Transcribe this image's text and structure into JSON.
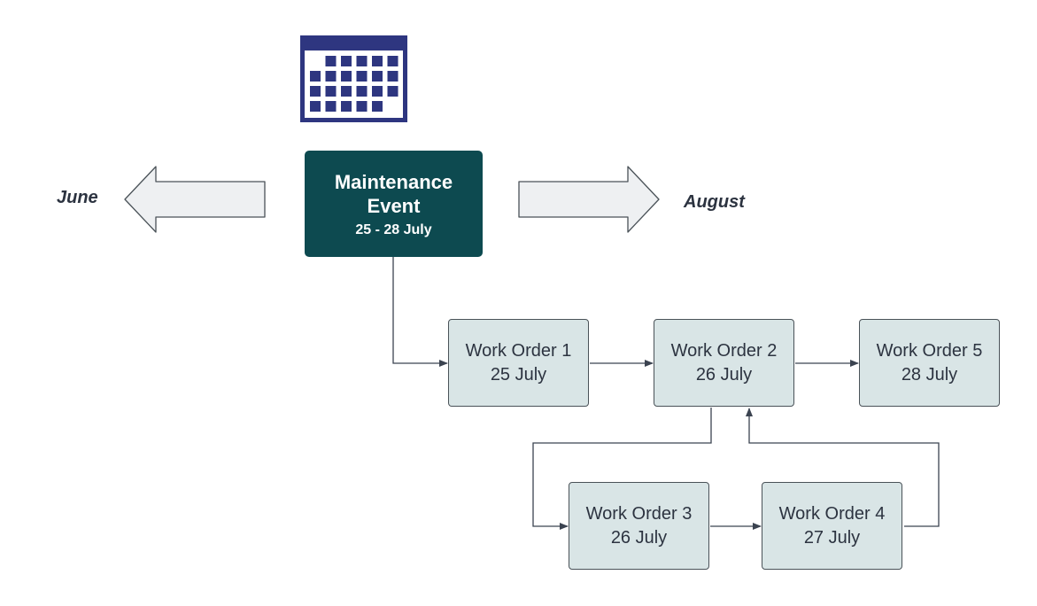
{
  "months": {
    "previous": "June",
    "next": "August"
  },
  "event": {
    "title": "Maintenance Event",
    "dates": "25 - 28 July"
  },
  "work_orders": [
    {
      "id": "wo1",
      "label": "Work Order 1",
      "date": "25 July"
    },
    {
      "id": "wo2",
      "label": "Work Order 2",
      "date": "26 July"
    },
    {
      "id": "wo5",
      "label": "Work Order 5",
      "date": "28 July"
    },
    {
      "id": "wo3",
      "label": "Work Order 3",
      "date": "26 July"
    },
    {
      "id": "wo4",
      "label": "Work Order 4",
      "date": "27 July"
    }
  ],
  "icons": {
    "calendar": "calendar-icon",
    "arrow_left": "left-arrow-icon",
    "arrow_right": "right-arrow-icon"
  },
  "colors": {
    "event_fill": "#0d4a50",
    "work_order_fill": "#d9e5e6",
    "calendar_blue": "#2e3680",
    "arrow_fill": "#eef0f2"
  }
}
